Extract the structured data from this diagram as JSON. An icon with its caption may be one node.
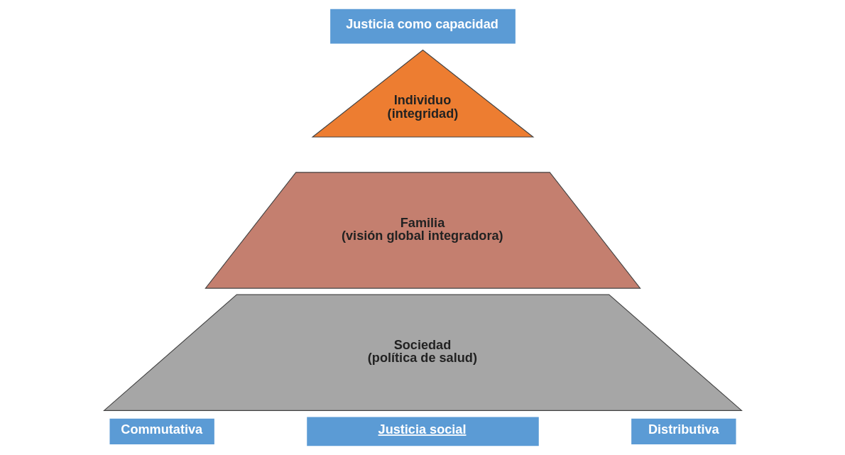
{
  "diagram": {
    "nodes": [
      {
        "text": [
          "Justicia como capacidad"
        ]
      },
      {
        "text": [
          "Individuo",
          "(integridad)"
        ]
      },
      {
        "text": [
          "Familia",
          "(visión global integradora)"
        ]
      },
      {
        "text": [
          "Sociedad",
          "(política de salud)"
        ]
      },
      {
        "text": [
          "Commutativa"
        ]
      },
      {
        "text": [
          "Justicia social"
        ]
      },
      {
        "text": [
          "Distributiva"
        ]
      }
    ],
    "edges": []
  }
}
